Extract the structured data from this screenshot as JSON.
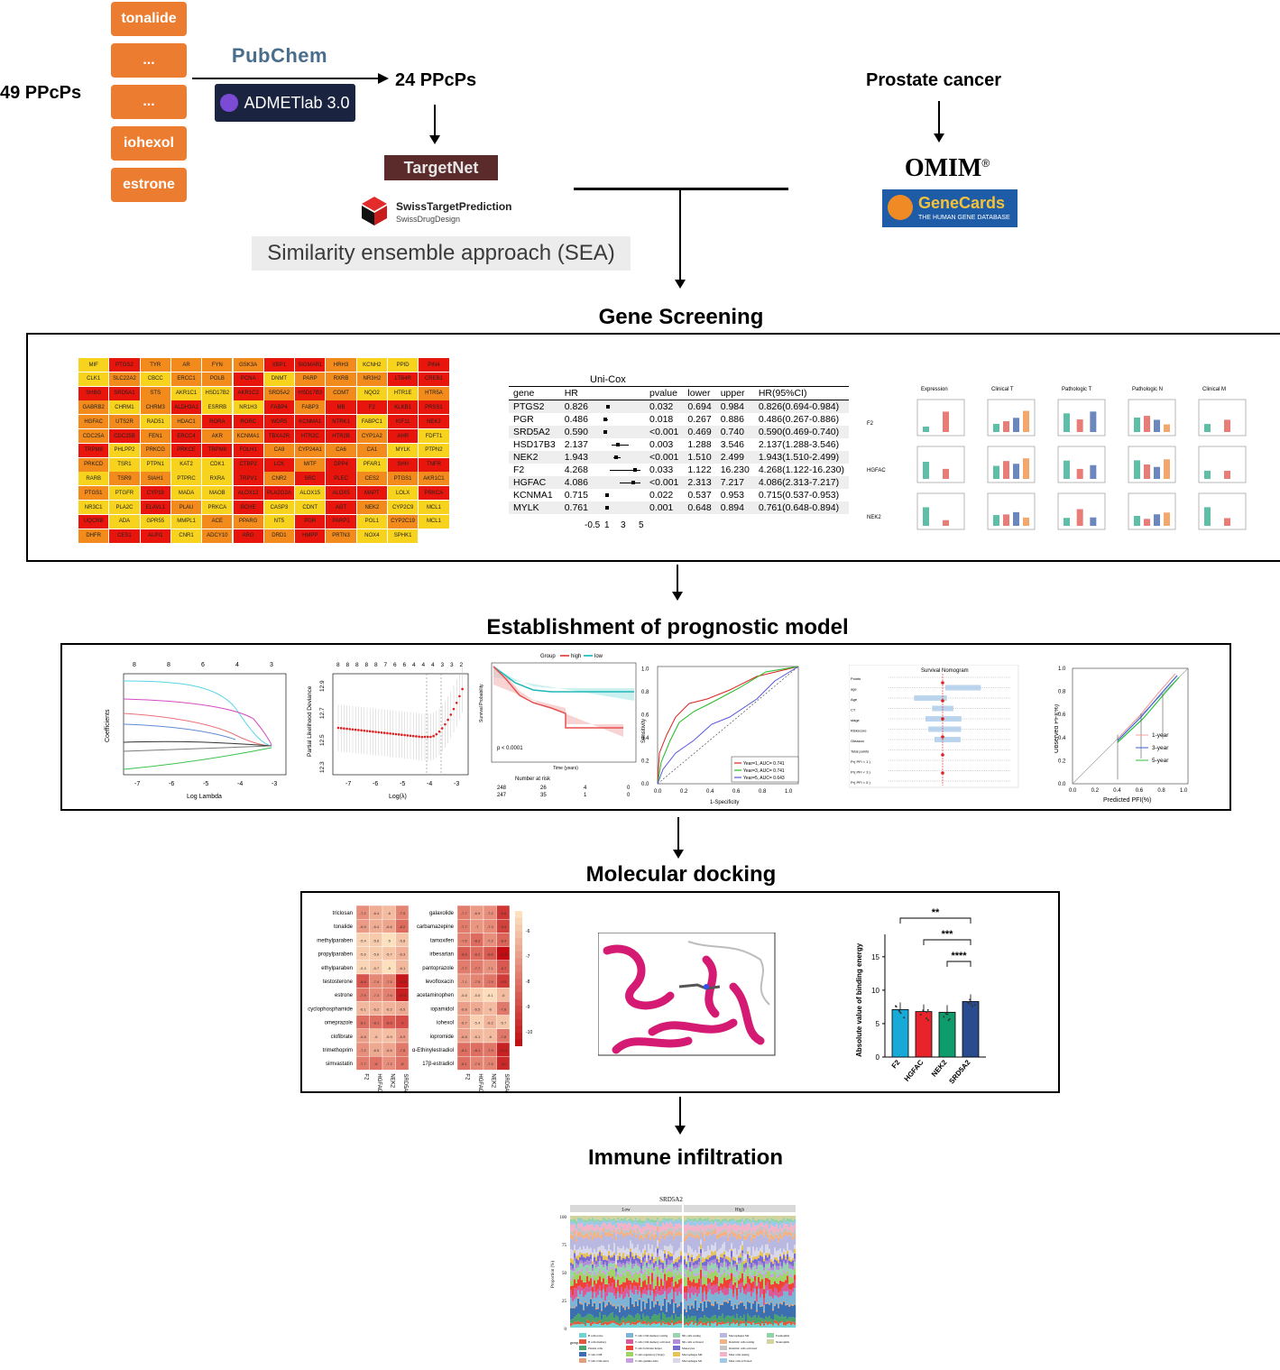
{
  "top": {
    "compound_count_label": "49 PPcPs",
    "compounds": [
      "tonalide",
      "...",
      "...",
      "iohexol",
      "estrone"
    ],
    "filter_logos": [
      "PubChem",
      "ADMETlab 3.0"
    ],
    "filtered_count_label": "24 PPcPs",
    "target_tools": [
      "TargetNet",
      "SwissTargetPrediction",
      "SwissDrugDesign",
      "Similarity ensemble approach (SEA)"
    ],
    "disease_label": "Prostate cancer",
    "disease_dbs": [
      "OMIM",
      "GeneCards",
      "THE HUMAN GENE DATABASE"
    ]
  },
  "sections": {
    "gene_screening": "Gene Screening",
    "prognostic_model": "Establishment of prognostic model",
    "docking": "Molecular docking",
    "immune": "Immune infiltration"
  },
  "gene_screening": {
    "target_grid": [
      [
        "MIF",
        "PTGS2",
        "TYR",
        "AR",
        "FYN",
        "GSK3A",
        "XBP1",
        "SIGMAR1",
        "HRH3",
        "KCNH2",
        "PPID",
        "PIN4"
      ],
      [
        "CLK1",
        "SLC22A2",
        "CBCC",
        "ERCC1",
        "POLB",
        "PCNA",
        "DNMT",
        "PARP",
        "RXRB",
        "NR3H2",
        "LTB4R",
        "CREB1"
      ],
      [
        "SHBG",
        "SRD5A1",
        "STS",
        "AKR1C1",
        "HSD17B2",
        "AKR1C2",
        "SRD5A2",
        "HSD17B3",
        "COMT",
        "NQO2",
        "HTR1E",
        "HTR5A"
      ],
      [
        "GABRB2",
        "CHRM1",
        "CHRM3",
        "ALDH3A1",
        "ESRRB",
        "NR1H3",
        "FABP4",
        "FABP3",
        "MB",
        "F2",
        "KLKB1",
        "PRSS1"
      ],
      [
        "HGFAC",
        "UTS2R",
        "RAD51",
        "HDAC1",
        "RORA",
        "RORC",
        "WDR5",
        "KCNMA1",
        "NTRK1",
        "FABPC1",
        "KIF11",
        "NEK2"
      ],
      [
        "CDC25A",
        "CDC25B",
        "FEN1",
        "ERCC4",
        "AKR",
        "KCNMA1",
        "TBXA2R",
        "HTR2C",
        "HTR2B",
        "CYP1A2",
        "AHR",
        "FDFT1"
      ],
      [
        "TRPM8",
        "PHLPP2",
        "PRKCG",
        "PRKCE",
        "TRPM8",
        "FOLH1",
        "CA9",
        "CYP24A1",
        "CA6",
        "CA1",
        "MYLK",
        "PTPN2"
      ],
      [
        "PRKCD",
        "TSR1",
        "PTPN1",
        "KAT2",
        "CDK1",
        "CTBP2",
        "LCK",
        "MITF",
        "DPP4",
        "PFAR1",
        "SHH",
        "TNFR"
      ],
      [
        "RARB",
        "TSR9",
        "SIAH1",
        "PTPRC",
        "RXRA",
        "TRPV1",
        "CNR2",
        "SRC",
        "PLEC",
        "CES2",
        "PTGS1",
        "AKR1C1"
      ],
      [
        "PTGS1",
        "PTGFR",
        "CYP19",
        "MADA",
        "MAOB",
        "ALOX12",
        "PLA2G2A",
        "ALOX15",
        "ALOX5",
        "MAPT",
        "LOLX",
        "PRKCA"
      ],
      [
        "NR3C1",
        "PLA2C",
        "ELAVL1",
        "PLAU",
        "PRKCA",
        "BCHE",
        "CASP3",
        "CDNT",
        "AGT",
        "NEK2",
        "CYP2C9",
        "MCL1"
      ],
      [
        "UQCRB",
        "ADA",
        "GPR55",
        "MMPL1",
        "ACE",
        "PPARG",
        "NT5",
        "PGR",
        "PARP1",
        "POL1",
        "CYP2C19",
        "MCL1"
      ],
      [
        "DHFR",
        "CES1",
        "ALPI1",
        "CNR1",
        "ADCY10",
        "ARG",
        "DRD1",
        "HMPP",
        "PRTN3",
        "NOX4",
        "SPHK1"
      ]
    ],
    "unicox": {
      "title": "Uni-Cox",
      "columns": [
        "gene",
        "HR",
        "",
        "pvalue",
        "lower",
        "upper",
        "HR(95%CI)"
      ],
      "rows": [
        [
          "PTGS2",
          "0.826",
          "0.032",
          "0.694",
          "0.984",
          "0.826(0.694-0.984)"
        ],
        [
          "PGR",
          "0.486",
          "0.018",
          "0.267",
          "0.886",
          "0.486(0.267-0.886)"
        ],
        [
          "SRD5A2",
          "0.590",
          "<0.001",
          "0.469",
          "0.740",
          "0.590(0.469-0.740)"
        ],
        [
          "HSD17B3",
          "2.137",
          "0.003",
          "1.288",
          "3.546",
          "2.137(1.288-3.546)"
        ],
        [
          "NEK2",
          "1.943",
          "<0.001",
          "1.510",
          "2.499",
          "1.943(1.510-2.499)"
        ],
        [
          "F2",
          "4.268",
          "0.033",
          "1.122",
          "16.230",
          "4.268(1.122-16.230)"
        ],
        [
          "HGFAC",
          "4.086",
          "<0.001",
          "2.313",
          "7.217",
          "4.086(2.313-7.217)"
        ],
        [
          "KCNMA1",
          "0.715",
          "0.022",
          "0.537",
          "0.953",
          "0.715(0.537-0.953)"
        ],
        [
          "MYLK",
          "0.761",
          "0.001",
          "0.648",
          "0.894",
          "0.761(0.648-0.894)"
        ]
      ],
      "axis_ticks": [
        "-0.5",
        "1",
        "3",
        "5"
      ]
    },
    "violin_panel": {
      "columns": [
        "Expression",
        "Clinical T",
        "Pathologic T",
        "Pathologic N",
        "Clinical M"
      ],
      "rows": [
        "F2",
        "HGFAC",
        "NEK2"
      ]
    }
  },
  "prognostic": {
    "lasso_coef": {
      "xlabel": "Log Lambda",
      "ylabel": "Coefficients",
      "top_ticks": [
        "8",
        "8",
        "6",
        "4",
        "3"
      ],
      "xticks": [
        "-7",
        "-6",
        "-5",
        "-4",
        "-3"
      ]
    },
    "lasso_cv": {
      "xlabel": "Log(λ)",
      "ylabel": "Partial Likelihood Deviance",
      "top_ticks": [
        "8",
        "8",
        "8",
        "8",
        "8",
        "7",
        "6",
        "6",
        "4",
        "4",
        "4",
        "3",
        "3",
        "2"
      ],
      "xticks": [
        "-7",
        "-6",
        "-5",
        "-4",
        "-3"
      ],
      "yticks": [
        "12.9",
        "12.7",
        "12.5",
        "12.3"
      ]
    },
    "km": {
      "legend_title": "Group",
      "groups": [
        "high",
        "low"
      ],
      "pvalue": "p < 0.0001",
      "xlabel": "Time (years)",
      "ylabel": "Survival Probability",
      "risk_title": "Number at risk",
      "risk_rows": [
        [
          "248",
          "26",
          "4",
          "0"
        ],
        [
          "247",
          "35",
          "1",
          "0"
        ]
      ]
    },
    "roc": {
      "xlabel": "1-Specificity",
      "ylabel": "Sensitivity",
      "legend": [
        "Year=1, AUC= 0.741",
        "Year=3, AUC= 0.741",
        "Year=5, AUC= 0.643"
      ],
      "ticks": [
        "0.0",
        "0.2",
        "0.4",
        "0.6",
        "0.8",
        "1.0"
      ]
    },
    "nomogram": {
      "title": "Survival Nomogram",
      "rows": [
        "Points",
        "age",
        "Age",
        "CT",
        "stage",
        "Riskscore",
        "Gleason",
        "Total points",
        "Pr( PFI < 1 )",
        "Pr( PFI < 3 )",
        "Pr( PFI < 5 )"
      ]
    },
    "calibration": {
      "xlabel": "Predicted PFI(%)",
      "ylabel": "Observed PFI(%)",
      "legend": [
        "1-year",
        "3-year",
        "5-year"
      ],
      "ticks": [
        "0.0",
        "0.2",
        "0.4",
        "0.6",
        "0.8",
        "1.0"
      ]
    }
  },
  "docking": {
    "heatmap1": {
      "rows": [
        "triclosan",
        "tonalide",
        "methylparaben",
        "propylparaben",
        "ethylparaben",
        "testosterone",
        "estrone",
        "cyclophosphamide",
        "omeprazole",
        "clofibrate",
        "trimethoprim",
        "simvastatin"
      ],
      "cols": [
        "F2",
        "HGFAC",
        "NEK2",
        "SRD5A2"
      ],
      "values": [
        [
          -7.2,
          -6.4,
          -6.0,
          -7.5
        ],
        [
          -6.9,
          -6.4,
          -6.6,
          -8.2
        ],
        [
          -5.4,
          -5.6,
          -5.0,
          -5.8
        ],
        [
          -5.6,
          -5.6,
          -5.7,
          -6.3
        ],
        [
          -5.3,
          -5.7,
          -5.0,
          -6.1
        ],
        [
          -8.8,
          -7.4,
          -7.5,
          -10.5
        ],
        [
          -7.9,
          -7.3,
          -7.6,
          -10.3
        ],
        [
          -6.1,
          -6.2,
          -6.2,
          -6.5
        ],
        [
          -8.1,
          -8.1,
          -8.5,
          -9.0
        ],
        [
          -6.8,
          -6.0,
          -5.9,
          -6.9
        ],
        [
          -7.2,
          -6.5,
          -6.6,
          -7.8
        ],
        [
          -7.7,
          -8.0,
          -7.2,
          -8.0
        ]
      ]
    },
    "heatmap2": {
      "rows": [
        "galaxolide",
        "carbamazepine",
        "tamoxifen",
        "irbesartan",
        "pantoprazole",
        "levofloxacin",
        "acetaminophen",
        "iopamidol",
        "iohexol",
        "iopromide",
        "α-Ethinylestradiol",
        "17β-estradiol"
      ],
      "cols": [
        "F2",
        "HGFAC",
        "NEK2",
        "SRD5A2"
      ],
      "values": [
        [
          -7.7,
          -6.9,
          -7.2,
          -9.6
        ],
        [
          -7.7,
          -7.0,
          -7.3,
          -9.3
        ],
        [
          -7.6,
          -8.2,
          -7.2,
          -8.4
        ],
        [
          -8.6,
          -8.2,
          -8.6,
          -10.8
        ],
        [
          -7.7,
          -7.7,
          -7.1,
          -8.7
        ],
        [
          -7.1,
          -7.5,
          -7.9,
          -9.5
        ],
        [
          -5.8,
          -5.5,
          -5.1,
          -6.0
        ],
        [
          -6.8,
          -6.5,
          -6.0,
          -7.8
        ],
        [
          -6.7,
          -5.4,
          -6.2,
          -5.7
        ],
        [
          -6.8,
          -6.1,
          -6.0,
          -7.8
        ],
        [
          -8.1,
          -8.1,
          -7.9,
          -10.2
        ],
        [
          -8.1,
          -7.5,
          -7.5,
          -10.0
        ]
      ],
      "scale_ticks": [
        "-6",
        "-7",
        "-8",
        "-9",
        "-10"
      ]
    },
    "bar": {
      "ylabel": "Absolute value of binding energy",
      "categories": [
        "F2",
        "HGFAC",
        "NEK2",
        "SRD5A2"
      ],
      "values": [
        7.1,
        6.8,
        6.7,
        8.3
      ],
      "colors": [
        "#17a9d8",
        "#e8232a",
        "#0f9c6c",
        "#2a4b8d"
      ],
      "yticks": [
        "0",
        "5",
        "10",
        "15"
      ],
      "ylim": [
        0,
        17
      ],
      "significance": [
        "**",
        "***",
        "****"
      ]
    }
  },
  "immune": {
    "title": "SRD5A2",
    "groups": [
      "Low",
      "High"
    ],
    "ylabel": "Proportion (%)",
    "yticks": [
      "100",
      "75",
      "50",
      "25",
      "0"
    ],
    "legend_label": "group",
    "cell_types": [
      "B cells naive",
      "B cells memory",
      "Plasma cells",
      "T cells CD8",
      "T cells CD4 naive",
      "T cells CD4 memory resting",
      "T cells CD4 memory activated",
      "T cells follicular helper",
      "T cells regulatory (Tregs)",
      "T cells gamma delta",
      "NK cells resting",
      "NK cells activated",
      "Monocytes",
      "Macrophages M0",
      "Macrophages M1",
      "Macrophages M2",
      "Dendritic cells resting",
      "Dendritic cells activated",
      "Mast cells resting",
      "Mast cells activated",
      "Eosinophils",
      "Neutrophils"
    ],
    "colors": [
      "#6fd3d3",
      "#e05a3e",
      "#4aa36f",
      "#3c6fb0",
      "#e0a07a",
      "#7fb3d6",
      "#d85b9a",
      "#ef4135",
      "#a0d468",
      "#c8a2e0",
      "#9ad3b0",
      "#b28ed8",
      "#7a6bd1",
      "#e6c25a",
      "#d8d8ea",
      "#b8b8e0",
      "#f4b183",
      "#c4c4c4",
      "#f2b3c8",
      "#9ec8e8",
      "#8fd3a8",
      "#d3d3a0"
    ]
  },
  "palette": {
    "orange": "#ec7c30",
    "heat_red": "#e8150c",
    "heat_orange": "#f28a1c",
    "heat_yellow": "#f7d31e",
    "targetnet_bg": "#5b2a2a",
    "genecards_bg": "#1f5ca8"
  }
}
